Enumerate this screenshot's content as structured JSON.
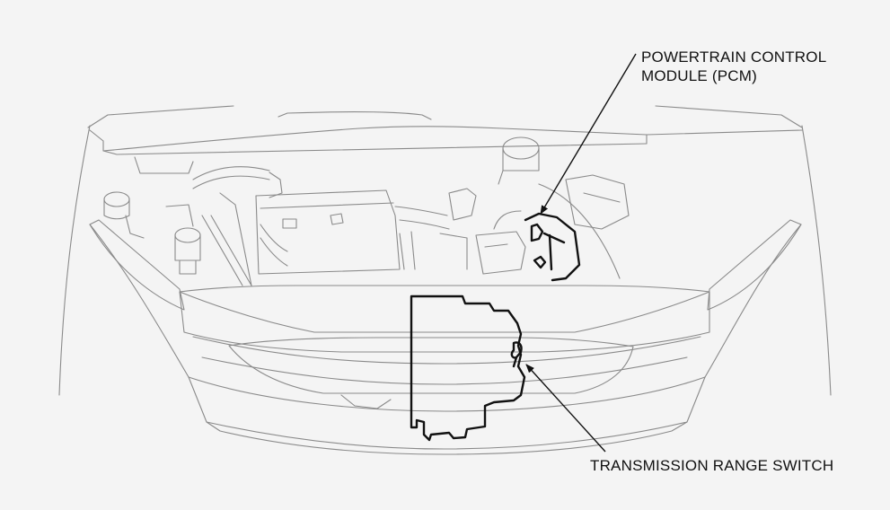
{
  "callouts": {
    "pcm_line1": "POWERTRAIN CONTROL",
    "pcm_line2": "MODULE (PCM)",
    "transmission_range_switch": "TRANSMISSION RANGE SWITCH"
  },
  "colors": {
    "background": "#f4f4f4",
    "line_art": "#8a8a8a",
    "highlight": "#111111"
  }
}
